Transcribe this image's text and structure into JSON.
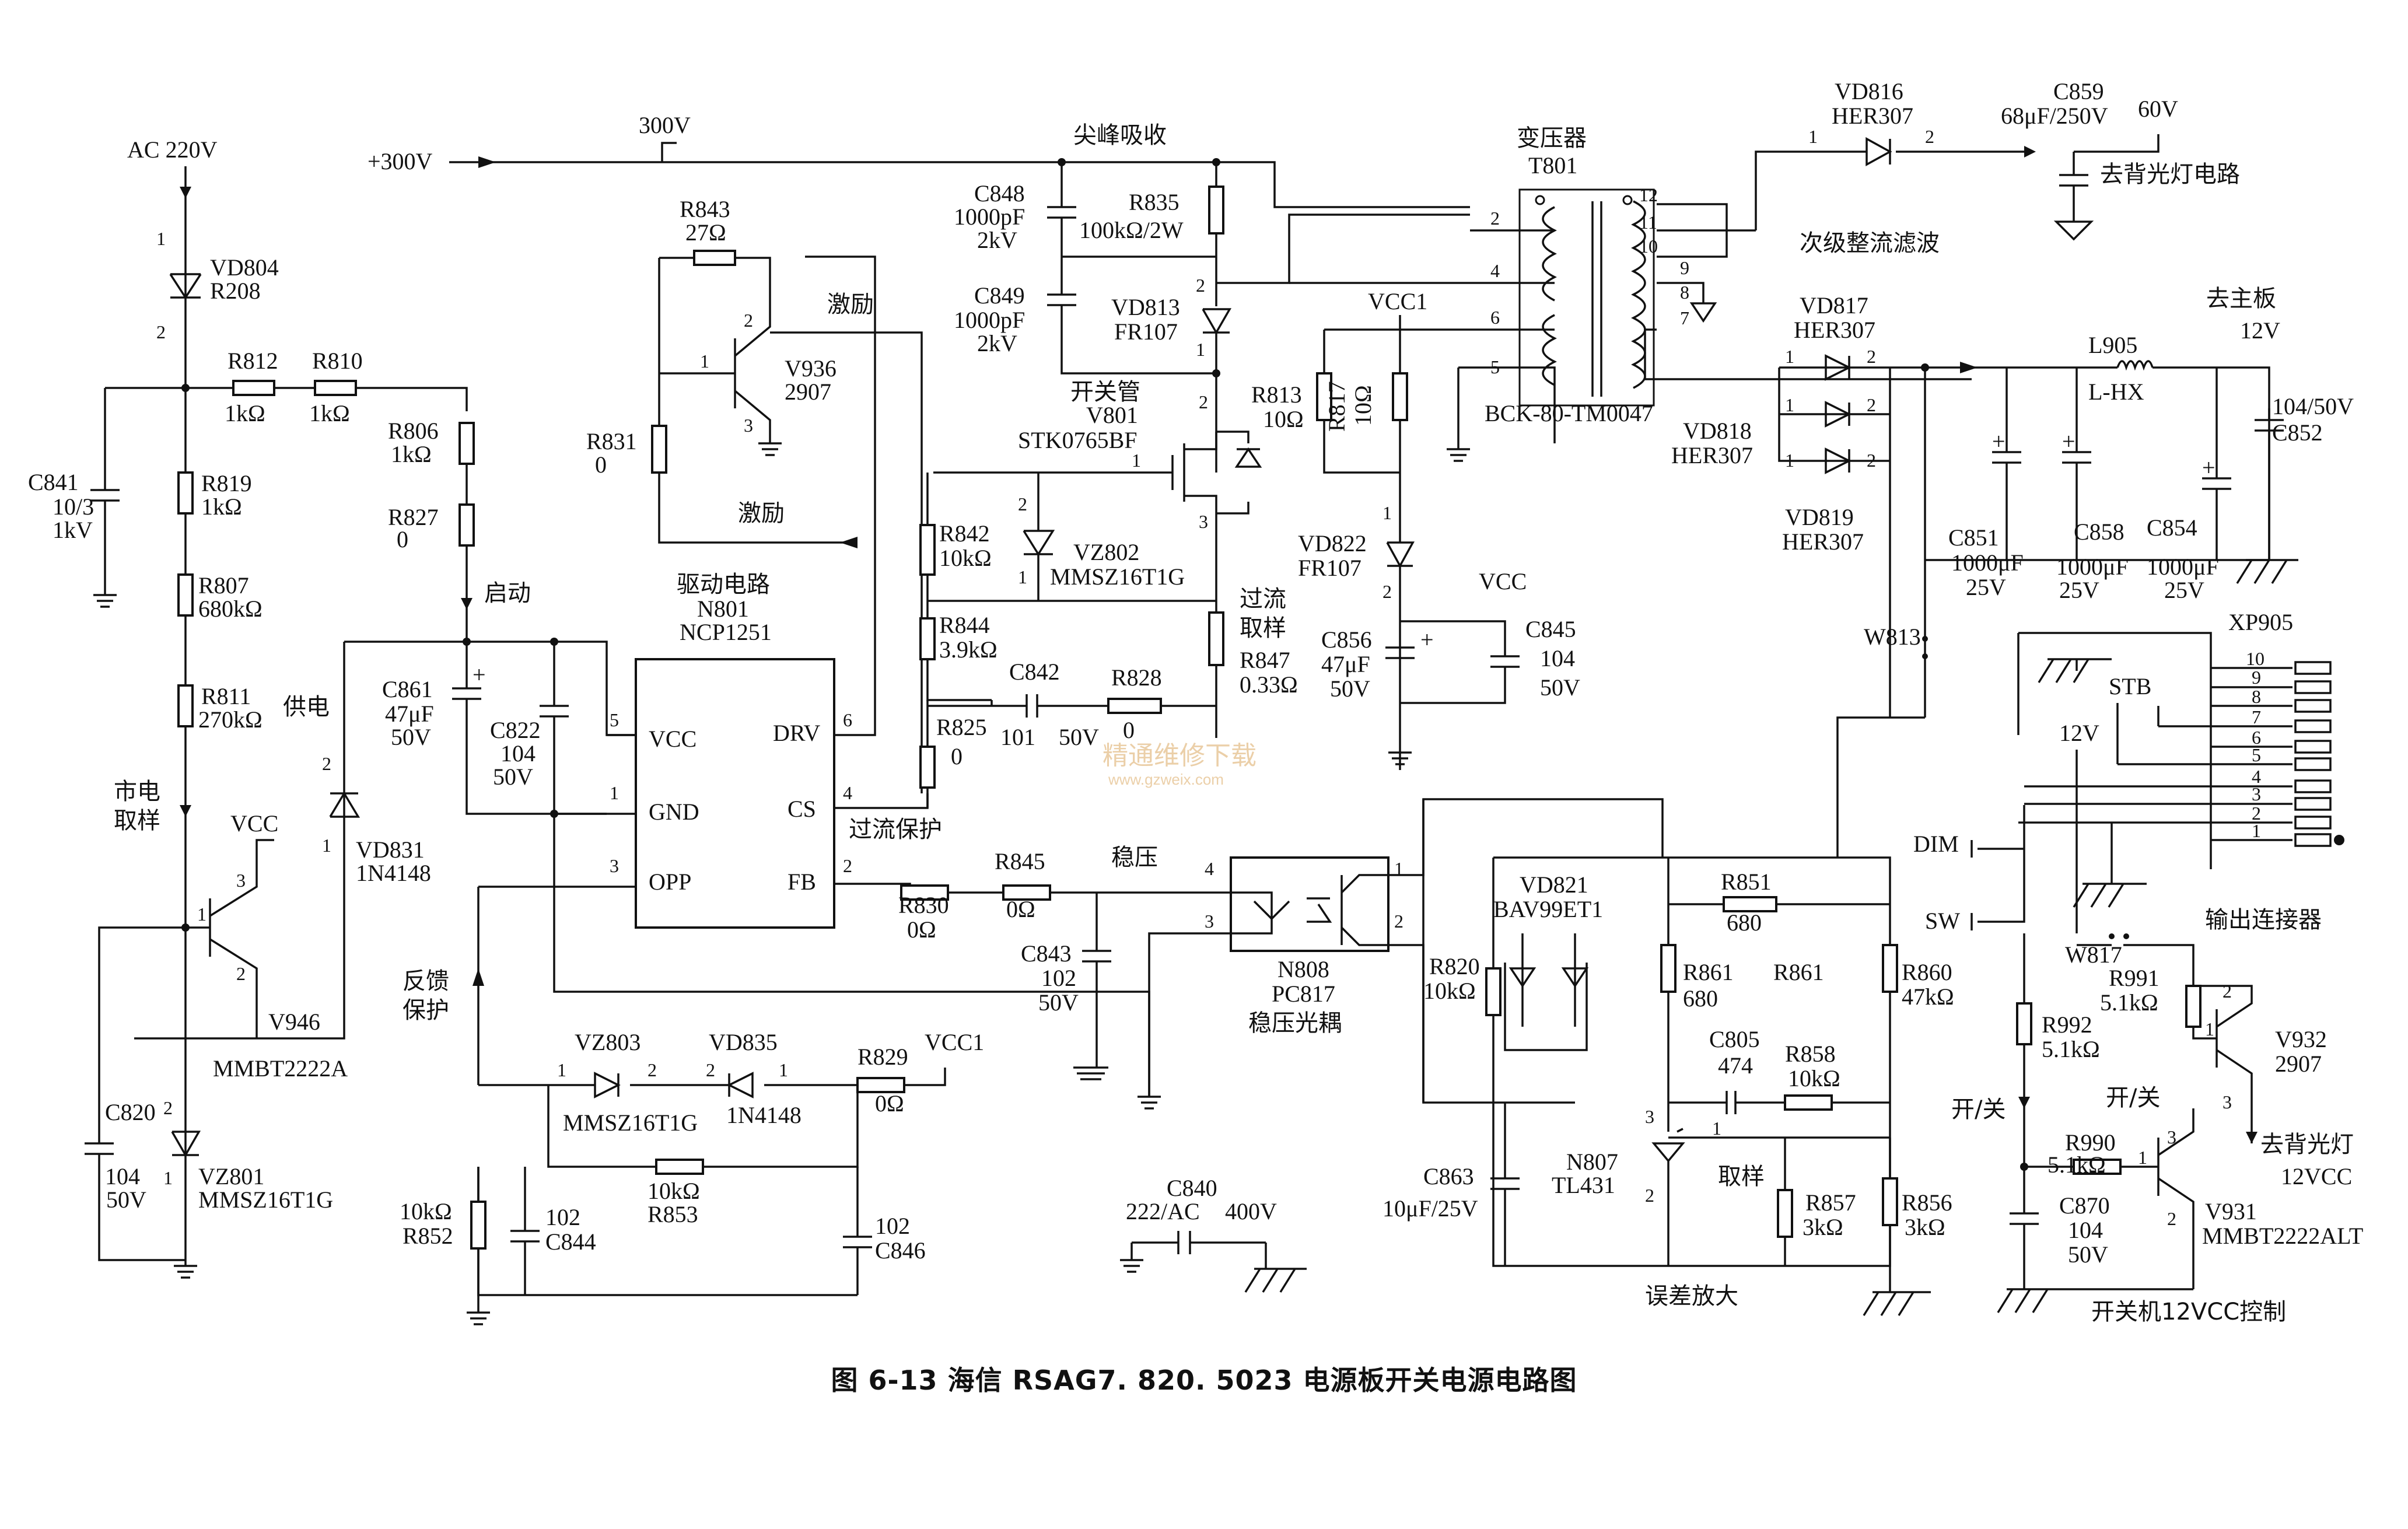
{
  "caption": "图 6-13   海信 RSAG7. 820. 5023 电源板开关电源电路图",
  "watermark": {
    "cn": "精通维修下载",
    "url": "www.gzweix.com"
  },
  "rails": {
    "ac_in": "AC 220V",
    "dc_300_in": "+300V",
    "dc_300_tap": "300V",
    "vcc1": "VCC1",
    "vcc": "VCC"
  },
  "section_labels": {
    "spike": "尖峰吸收",
    "transformer": "变压器",
    "secondary": "次级整流滤波",
    "excite_top": "激励",
    "excite_mid": "激励",
    "start": "启动",
    "power_supply": "供电",
    "mains_sample": [
      "市电",
      "取样"
    ],
    "feedback": [
      "反馈",
      "保护"
    ],
    "overcurrent": "过流保护",
    "overcurrent_sample": [
      "过流",
      "取样"
    ],
    "regulate": "稳压",
    "error_amp": "误差放大",
    "sample": "取样",
    "switch_tube": "开关管",
    "to_main": "去主板",
    "to_backlight": "去背光灯电路",
    "out_connector": "输出连接器",
    "onoff_a": "开/关",
    "onoff_b": "开/关",
    "to_backlight_12v": [
      "去背光灯",
      "12VCC"
    ],
    "onoff_ctrl": "开关机12VCC控制"
  },
  "ic_driver": {
    "title": [
      "驱动电路",
      "N801",
      "NCP1251"
    ],
    "pins": [
      {
        "num": "5",
        "name": "VCC"
      },
      {
        "num": "1",
        "name": "GND"
      },
      {
        "num": "3",
        "name": "OPP"
      },
      {
        "num": "6",
        "name": "DRV"
      },
      {
        "num": "4",
        "name": "CS"
      },
      {
        "num": "2",
        "name": "FB"
      }
    ]
  },
  "transformer": {
    "ref": "T801",
    "part": "BCK-80-TM0047",
    "pins_primary": [
      "2",
      "4",
      "6",
      "5"
    ],
    "pins_secondary": [
      "12",
      "11",
      "10",
      "9",
      "8",
      "7"
    ]
  },
  "connector": {
    "ref": "XP905",
    "pins": [
      "10",
      "9",
      "8",
      "7",
      "6",
      "5",
      "4",
      "3",
      "2",
      "1"
    ],
    "labels": {
      "stb": "STB",
      "v12": "12V",
      "dim": "DIM",
      "sw": "SW"
    }
  },
  "components": {
    "vd804": [
      "VD804",
      "R208"
    ],
    "r812": [
      "R812",
      "1kΩ"
    ],
    "r810": [
      "R810",
      "1kΩ"
    ],
    "c841": [
      "C841",
      "10/3",
      "1kV"
    ],
    "r819": [
      "R819",
      "1kΩ"
    ],
    "r807": [
      "R807",
      "680kΩ"
    ],
    "r811": [
      "R811",
      "270kΩ"
    ],
    "r806": [
      "R806",
      "1kΩ"
    ],
    "r827": [
      "R827",
      "0"
    ],
    "c861": [
      "C861",
      "47μF",
      "50V"
    ],
    "c822": [
      "C822",
      "104",
      "50V"
    ],
    "vd831": [
      "VD831",
      "1N4148"
    ],
    "v946": [
      "V946",
      "MMBT2222A"
    ],
    "c820": [
      "C820",
      "104",
      "50V"
    ],
    "vz801": [
      "VZ801",
      "MMSZ16T1G"
    ],
    "r843": [
      "R843",
      "27Ω"
    ],
    "r831": [
      "R831",
      "0"
    ],
    "v936": [
      "V936",
      "2907"
    ],
    "c848": [
      "C848",
      "1000pF",
      "2kV"
    ],
    "c849": [
      "C849",
      "1000pF",
      "2kV"
    ],
    "r835": [
      "R835",
      "100kΩ/2W"
    ],
    "vd813": [
      "VD813",
      "FR107"
    ],
    "v801": [
      "V801",
      "STK0765BF"
    ],
    "r842": [
      "R842",
      "10kΩ"
    ],
    "vz802": [
      "VZ802",
      "MMSZ16T1G"
    ],
    "r844": [
      "R844",
      "3.9kΩ"
    ],
    "c842": [
      "C842",
      "101",
      "50V"
    ],
    "r828": [
      "R828",
      "0"
    ],
    "r825": [
      "R825",
      "0"
    ],
    "r847": [
      "R847",
      "0.33Ω"
    ],
    "r813": [
      "R813",
      "10Ω"
    ],
    "r817": [
      "R817",
      "10Ω"
    ],
    "vd822": [
      "VD822",
      "FR107"
    ],
    "c856": [
      "C856",
      "47μF",
      "50V"
    ],
    "c845": [
      "C845",
      "104",
      "50V"
    ],
    "r830": [
      "R830",
      "0Ω"
    ],
    "r845": [
      "R845",
      "0Ω"
    ],
    "c843": [
      "C843",
      "102",
      "50V"
    ],
    "n808": [
      "N808",
      "PC817",
      "稳压光耦"
    ],
    "vz803": [
      "VZ803",
      "MMSZ16T1G"
    ],
    "vd835": [
      "VD835",
      "1N4148"
    ],
    "r829": [
      "R829",
      "0Ω"
    ],
    "r853": [
      "R853",
      "10kΩ"
    ],
    "r852": [
      "R852",
      "10kΩ"
    ],
    "c844": [
      "C844",
      "102"
    ],
    "c846": [
      "C846",
      "102"
    ],
    "c840": [
      "C840",
      "222/AC",
      "400V"
    ],
    "vd816": [
      "VD816",
      "HER307"
    ],
    "c859": [
      "C859",
      "68μF/250V",
      "60V"
    ],
    "vd817": [
      "VD817",
      "HER307"
    ],
    "vd818": [
      "VD818",
      "HER307"
    ],
    "vd819": [
      "VD819",
      "HER307"
    ],
    "l905": [
      "L905",
      "L-HX"
    ],
    "c852": [
      "C852",
      "104/50V",
      "12V"
    ],
    "c851": [
      "C851",
      "1000μF",
      "25V"
    ],
    "c858": [
      "C858",
      "1000μF",
      "25V"
    ],
    "c854": [
      "C854",
      "1000μF",
      "25V"
    ],
    "w813": "W813",
    "vd821": [
      "VD821",
      "BAV99ET1"
    ],
    "r851": [
      "R851",
      "680"
    ],
    "r861": [
      "R861",
      "680",
      "R861"
    ],
    "r820": [
      "R820",
      "10kΩ"
    ],
    "r860": [
      "R860",
      "47kΩ"
    ],
    "c805": [
      "C805",
      "474"
    ],
    "r858": [
      "R858",
      "10kΩ"
    ],
    "c863": [
      "C863",
      "10μF/25V"
    ],
    "n807": [
      "N807",
      "TL431"
    ],
    "r857": [
      "R857",
      "3kΩ"
    ],
    "r856": [
      "R856",
      "3kΩ"
    ],
    "w817": "W817",
    "r991": [
      "R991",
      "5.1kΩ"
    ],
    "r992": [
      "R992",
      "5.1kΩ"
    ],
    "v932": [
      "V932",
      "2907"
    ],
    "r990": [
      "R990",
      "5.1kΩ"
    ],
    "c870": [
      "C870",
      "104",
      "50V"
    ],
    "v931": [
      "V931",
      "MMBT2222ALT"
    ]
  }
}
